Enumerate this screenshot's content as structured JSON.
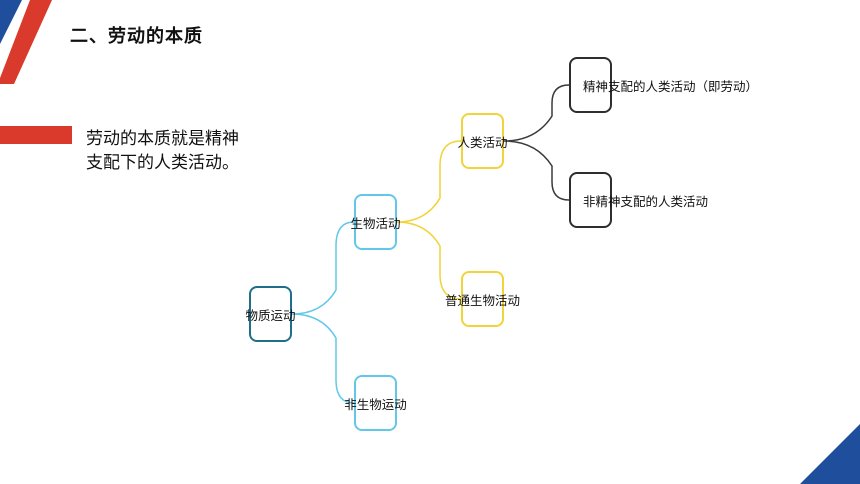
{
  "slide": {
    "title": "二、劳动的本质",
    "description": "劳动的本质就是精神支配下的人类活动。"
  },
  "colors": {
    "accent_red": "#d93a2b",
    "accent_blue": "#1f4f9c",
    "root_border": "#1f6f8b",
    "level1_border": "#63c8e8",
    "level2_border": "#f0d43a",
    "level3_border": "#2e2e2e"
  },
  "mindmap": {
    "root": "物质运动",
    "level1": [
      "生物活动",
      "非生物运动"
    ],
    "level2": [
      "人类活动",
      "普通生物活动"
    ],
    "level3": [
      "精神支配的人类活动（即劳动）",
      "非精神支配的人类活动"
    ]
  }
}
